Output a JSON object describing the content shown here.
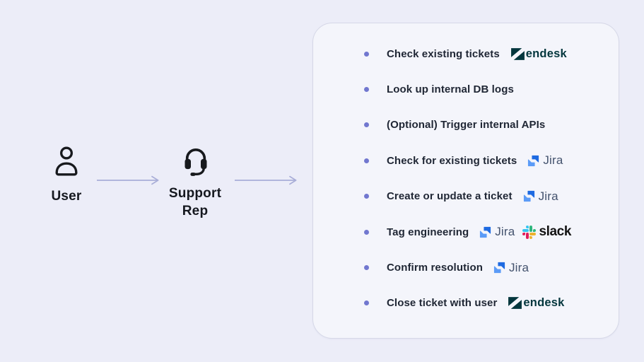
{
  "colors": {
    "page_bg": "#ecedf8",
    "panel_bg": "#f4f5fb",
    "panel_border": "#d6d8e7",
    "bullet": "#7177cf",
    "arrow": "#a9aed8",
    "task_text": "#1f2634",
    "node_label": "#15181f",
    "node_icon": "#17191d",
    "zendesk_teal": "#03363d",
    "jira_icon_dark": "#1e6ae1",
    "jira_icon_light": "#5b9bf7",
    "jira_wordmark": "#44536e",
    "slack_wordmark": "#121212",
    "slack_blue": "#36c5f0",
    "slack_green": "#2eb67d",
    "slack_red": "#e01e5a",
    "slack_yellow": "#ecb22e"
  },
  "nodes": {
    "user": {
      "label": "User",
      "icon": "person-icon"
    },
    "support_rep": {
      "label": "Support Rep",
      "icon": "headset-icon"
    }
  },
  "flow": {
    "arrow_1": "user-to-support-rep",
    "arrow_2": "support-rep-to-task-panel"
  },
  "logos": {
    "zendesk": {
      "name": "Zendesk",
      "suffix": "endesk"
    },
    "jira": {
      "name": "Jira",
      "label": "Jira"
    },
    "slack": {
      "name": "Slack",
      "label": "slack"
    }
  },
  "panel": {
    "items": [
      {
        "text": "Check existing tickets",
        "tools": [
          "zendesk"
        ]
      },
      {
        "text": "Look up internal DB logs",
        "tools": []
      },
      {
        "text": "(Optional) Trigger internal APIs",
        "tools": []
      },
      {
        "text": "Check for existing tickets",
        "tools": [
          "jira"
        ]
      },
      {
        "text": "Create or update a ticket",
        "tools": [
          "jira"
        ]
      },
      {
        "text": "Tag engineering",
        "tools": [
          "jira",
          "slack"
        ]
      },
      {
        "text": "Confirm resolution",
        "tools": [
          "jira"
        ]
      },
      {
        "text": "Close ticket with user",
        "tools": [
          "zendesk"
        ]
      }
    ]
  }
}
